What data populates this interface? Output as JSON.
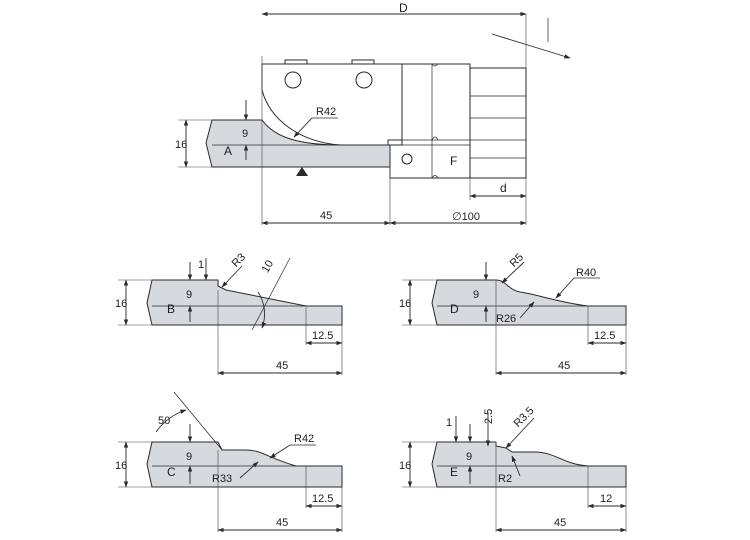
{
  "top": {
    "dim_overall": "D",
    "dim_small": "d",
    "dim_diameter": "∅100",
    "dim_length": "45",
    "dim_height": "16",
    "dim_step": "9",
    "radius": "R42",
    "profile": "A",
    "cutter": "F"
  },
  "b": {
    "profile": "B",
    "h": "16",
    "step": "9",
    "one": "1",
    "radius": "R3",
    "angle": "10",
    "width": "12.5",
    "length": "45"
  },
  "c": {
    "profile": "C",
    "h": "16",
    "step": "9",
    "angle": "50",
    "radius_lg": "R42",
    "radius_sm": "R33",
    "width": "12.5",
    "length": "45"
  },
  "d": {
    "profile": "D",
    "h": "16",
    "step": "9",
    "radius_sm": "R5",
    "radius_lg": "R40",
    "radius_md": "R26",
    "width": "12.5",
    "length": "45"
  },
  "e": {
    "profile": "E",
    "h": "16",
    "step": "9",
    "one": "1",
    "two_five": "2.5",
    "radius_sm": "R3.5",
    "radius_xs": "R2",
    "width": "12",
    "length": "45"
  }
}
